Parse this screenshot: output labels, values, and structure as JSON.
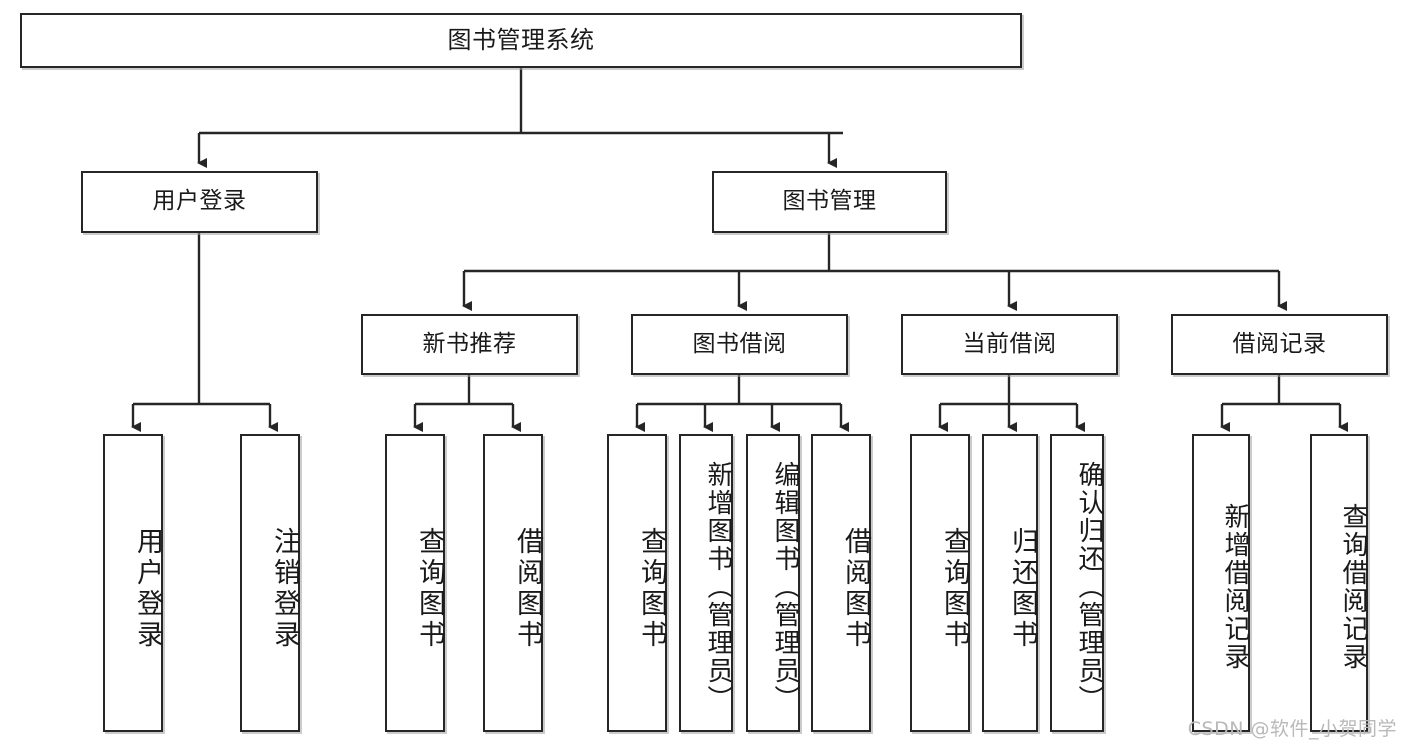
{
  "diagram": {
    "title": "图书管理系统",
    "type": "tree-hierarchy-diagram",
    "style": {
      "box_border_color": "#262626",
      "box_fill_color": "#ffffff",
      "connector_color": "#262626",
      "text_color": "#1a1a1a",
      "background": "#ffffff",
      "watermark_color": "#b9b9b9"
    },
    "levels": {
      "level1": [
        "图书管理系统"
      ],
      "level2": [
        "用户登录",
        "图书管理"
      ],
      "level3": [
        "新书推荐",
        "图书借阅",
        "当前借阅",
        "借阅记录"
      ],
      "level4": [
        "用户登录",
        "注销登录",
        "查询图书",
        "借阅图书",
        "查询图书",
        "新增图书（管理员）",
        "编辑图书（管理员）",
        "借阅图书",
        "查询图书",
        "归还图书",
        "确认归还（管理员）",
        "新增借阅记录",
        "查询借阅记录"
      ]
    }
  },
  "nodes": {
    "root": {
      "label": "图书管理系统"
    },
    "user_login": {
      "label": "用户登录"
    },
    "book_manage": {
      "label": "图书管理"
    },
    "new_book_rec": {
      "label": "新书推荐"
    },
    "book_borrow": {
      "label": "图书借阅"
    },
    "current_borrow": {
      "label": "当前借阅"
    },
    "borrow_record": {
      "label": "借阅记录"
    },
    "leaf_user_login": {
      "label": "用户登录"
    },
    "leaf_logout": {
      "label": "注销登录"
    },
    "leaf_query_book_1": {
      "label": "查询图书"
    },
    "leaf_borrow_book_1": {
      "label": "借阅图书"
    },
    "leaf_query_book_2": {
      "label": "查询图书"
    },
    "leaf_add_book": {
      "label": "新增图书（管理员）"
    },
    "leaf_edit_book": {
      "label": "编辑图书（管理员）"
    },
    "leaf_borrow_book_2": {
      "label": "借阅图书"
    },
    "leaf_query_book_3": {
      "label": "查询图书"
    },
    "leaf_return_book": {
      "label": "归还图书"
    },
    "leaf_confirm_return": {
      "label": "确认归还（管理员）"
    },
    "leaf_add_record": {
      "label": "新增借阅记录"
    },
    "leaf_query_record": {
      "label": "查询借阅记录"
    }
  },
  "watermark": {
    "text": "CSDN @软件_小贺同学"
  }
}
